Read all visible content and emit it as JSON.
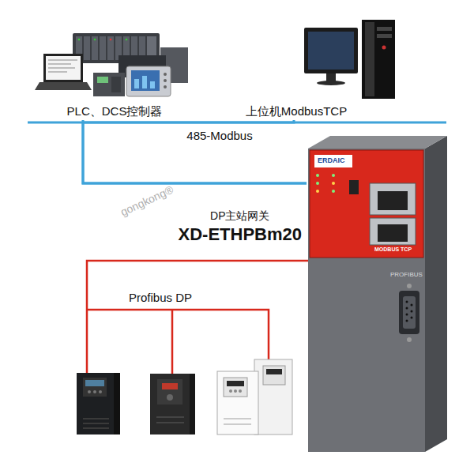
{
  "diagram": {
    "nodes": [
      {
        "text": [
          "PLC、DCS控制器"
        ]
      },
      {
        "text": [
          "上位机ModbusTCP"
        ]
      },
      {
        "text": [
          "DP主站网关",
          "XD-ETHPBm20"
        ]
      }
    ],
    "edges": [
      {
        "from": 0,
        "to": 2,
        "arrow": "none",
        "label": "485-Modbus"
      },
      {
        "from": 1,
        "to": 2,
        "arrow": "none"
      }
    ],
    "labels": [
      "Profibus DP",
      "ERDAIC",
      "MODBUS TCP",
      "PROFIBUS",
      "gongkong®"
    ]
  }
}
